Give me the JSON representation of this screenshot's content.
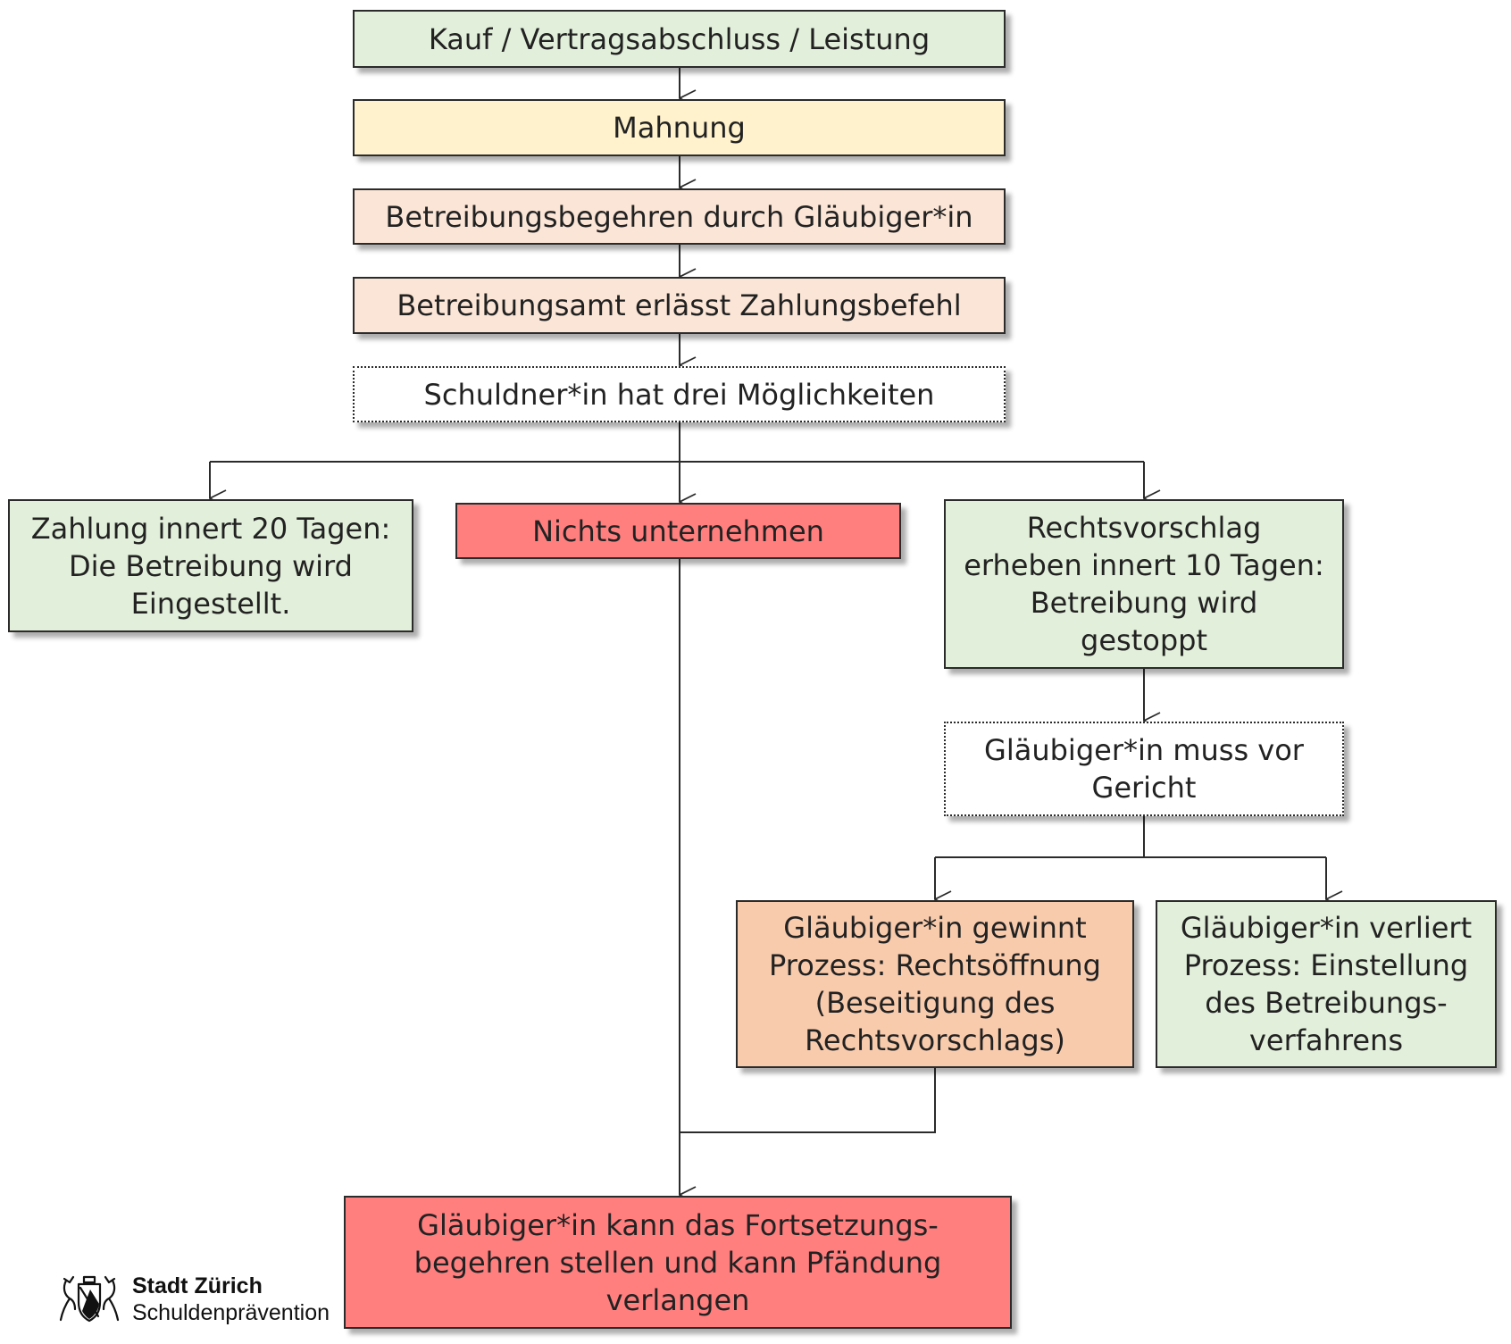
{
  "colors": {
    "green": "#e2efda",
    "yellow": "#fff2cc",
    "peach": "#fbe5d6",
    "orange": "#f8cbad",
    "red": "#ff7f7f",
    "white": "#ffffff",
    "line": "#2b2b2b"
  },
  "nodes": {
    "kauf": "Kauf / Vertragsabschluss / Leistung",
    "mahnung": "Mahnung",
    "betreibungsbegehren": "Betreibungsbegehren durch Gläubiger*in",
    "zahlungsbefehl": "Betreibungsamt erlässt Zahlungsbefehl",
    "moeglichkeiten": "Schuldner*in hat drei Möglichkeiten",
    "zahlung": "Zahlung innert 20 Tagen:\nDie Betreibung wird\nEingestellt.",
    "nichts": "Nichts unternehmen",
    "rechtsvorschlag": "Rechtsvorschlag\nerheben innert 10 Tagen:\nBetreibung wird\ngestoppt",
    "gericht": "Gläubiger*in muss vor\nGericht",
    "gewinnt": "Gläubiger*in gewinnt\nProzess: Rechtsöffnung\n(Beseitigung des\nRechtsvorschlags)",
    "verliert": "Gläubiger*in verliert\nProzess: Einstellung\ndes Betreibungs-\nverfahrens",
    "fortsetzung": "Gläubiger*in kann das Fortsetzungs-\nbegehren stellen und kann Pfändung\nverlangen"
  },
  "logo": {
    "icon": "zurich-coat-of-arms-icon",
    "title": "Stadt Zürich",
    "subtitle": "Schuldenprävention"
  }
}
